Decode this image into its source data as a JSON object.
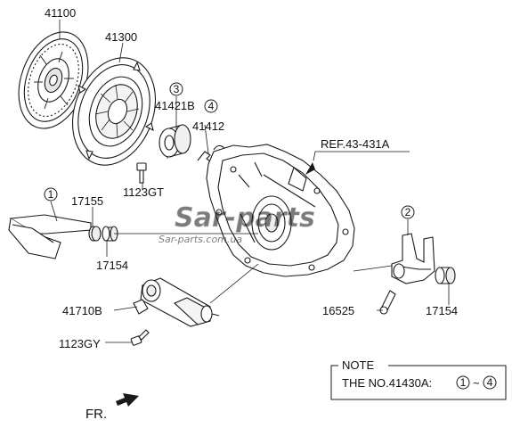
{
  "parts": {
    "p41100": "41100",
    "p41300": "41300",
    "p41421B": "41421B",
    "p41412": "41412",
    "p1123GT": "1123GT",
    "ref": "REF.43-431A",
    "p17155": "17155",
    "p17154_left": "17154",
    "p41710B": "41710B",
    "p1123GY": "1123GY",
    "p16525": "16525",
    "p17154_right": "17154"
  },
  "callouts": {
    "c1": "1",
    "c2": "2",
    "c3": "3",
    "c4": "4"
  },
  "note": {
    "title": "NOTE",
    "text": "THE NO.41430A:",
    "range_start": "1",
    "range_sep": "~",
    "range_end": "4"
  },
  "front": {
    "label": "FR."
  },
  "watermark": {
    "text": "Sar-parts",
    "subtext": "Sar-parts.com.ua"
  },
  "colors": {
    "line": "#1a1a1a",
    "watermark": "#c9cfd6"
  }
}
